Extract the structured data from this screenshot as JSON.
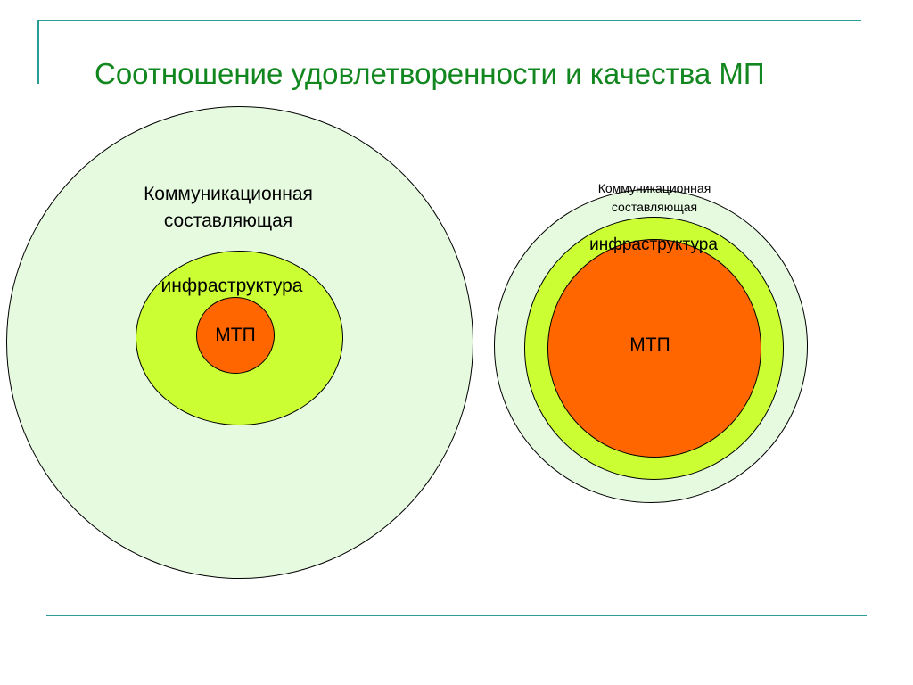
{
  "title": "Соотношение удовлетворенности и качества МП",
  "colors": {
    "accent_line": "#2b9d98",
    "title": "#12871f",
    "outer_circle": "#e6fae0",
    "middle_circle": "#ccff33",
    "inner_circle": "#ff6600"
  },
  "left_diagram": {
    "outer_label_line1": "Коммуникационная",
    "outer_label_line2": "составляющая",
    "middle_label": "инфраструктура",
    "inner_label": "МТП"
  },
  "right_diagram": {
    "outer_label_line1": "Коммуникационная",
    "outer_label_line2": "составляющая",
    "middle_label": "инфраструктура",
    "inner_label": "МТП"
  }
}
